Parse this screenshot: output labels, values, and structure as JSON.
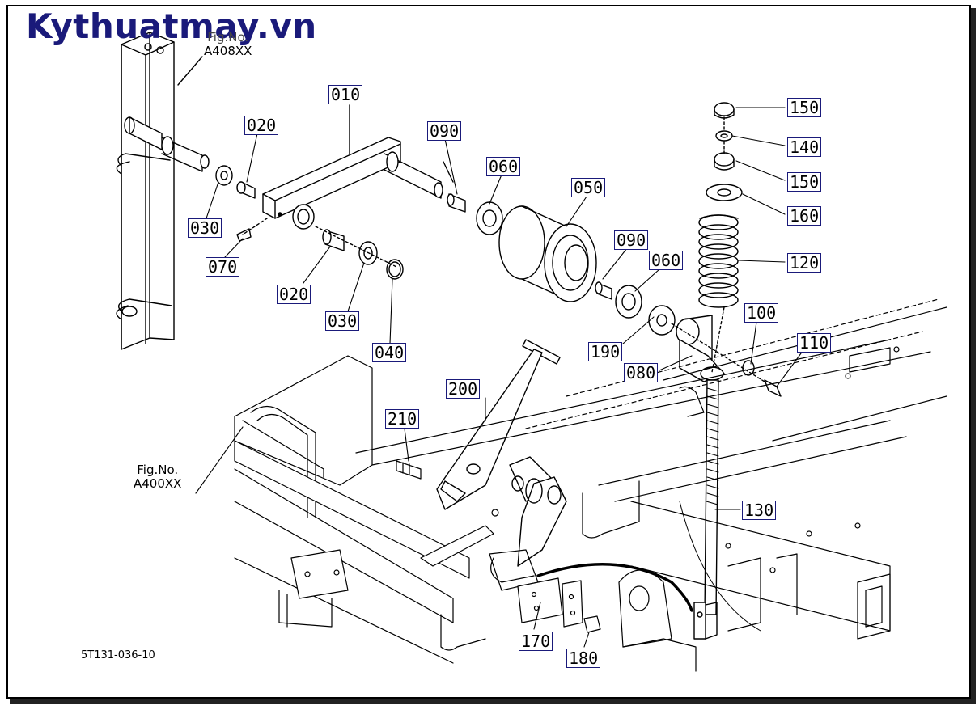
{
  "watermark": "Kythuatmay.vn",
  "drawing_code": "5T131-036-10",
  "fig_refs": {
    "top": {
      "label": "Fig.No.",
      "code": "A408XX"
    },
    "bottom": {
      "label": "Fig.No.",
      "code": "A400XX"
    }
  },
  "parts": {
    "p010": "010",
    "p020a": "020",
    "p030a": "030",
    "p070": "070",
    "p020b": "020",
    "p030b": "030",
    "p040": "040",
    "p090a": "090",
    "p060a": "060",
    "p050": "050",
    "p090b": "090",
    "p060b": "060",
    "p190": "190",
    "p080": "080",
    "p100": "100",
    "p110": "110",
    "p150a": "150",
    "p140": "140",
    "p150b": "150",
    "p160": "160",
    "p120": "120",
    "p130": "130",
    "p200": "200",
    "p210": "210",
    "p170": "170",
    "p180": "180"
  }
}
